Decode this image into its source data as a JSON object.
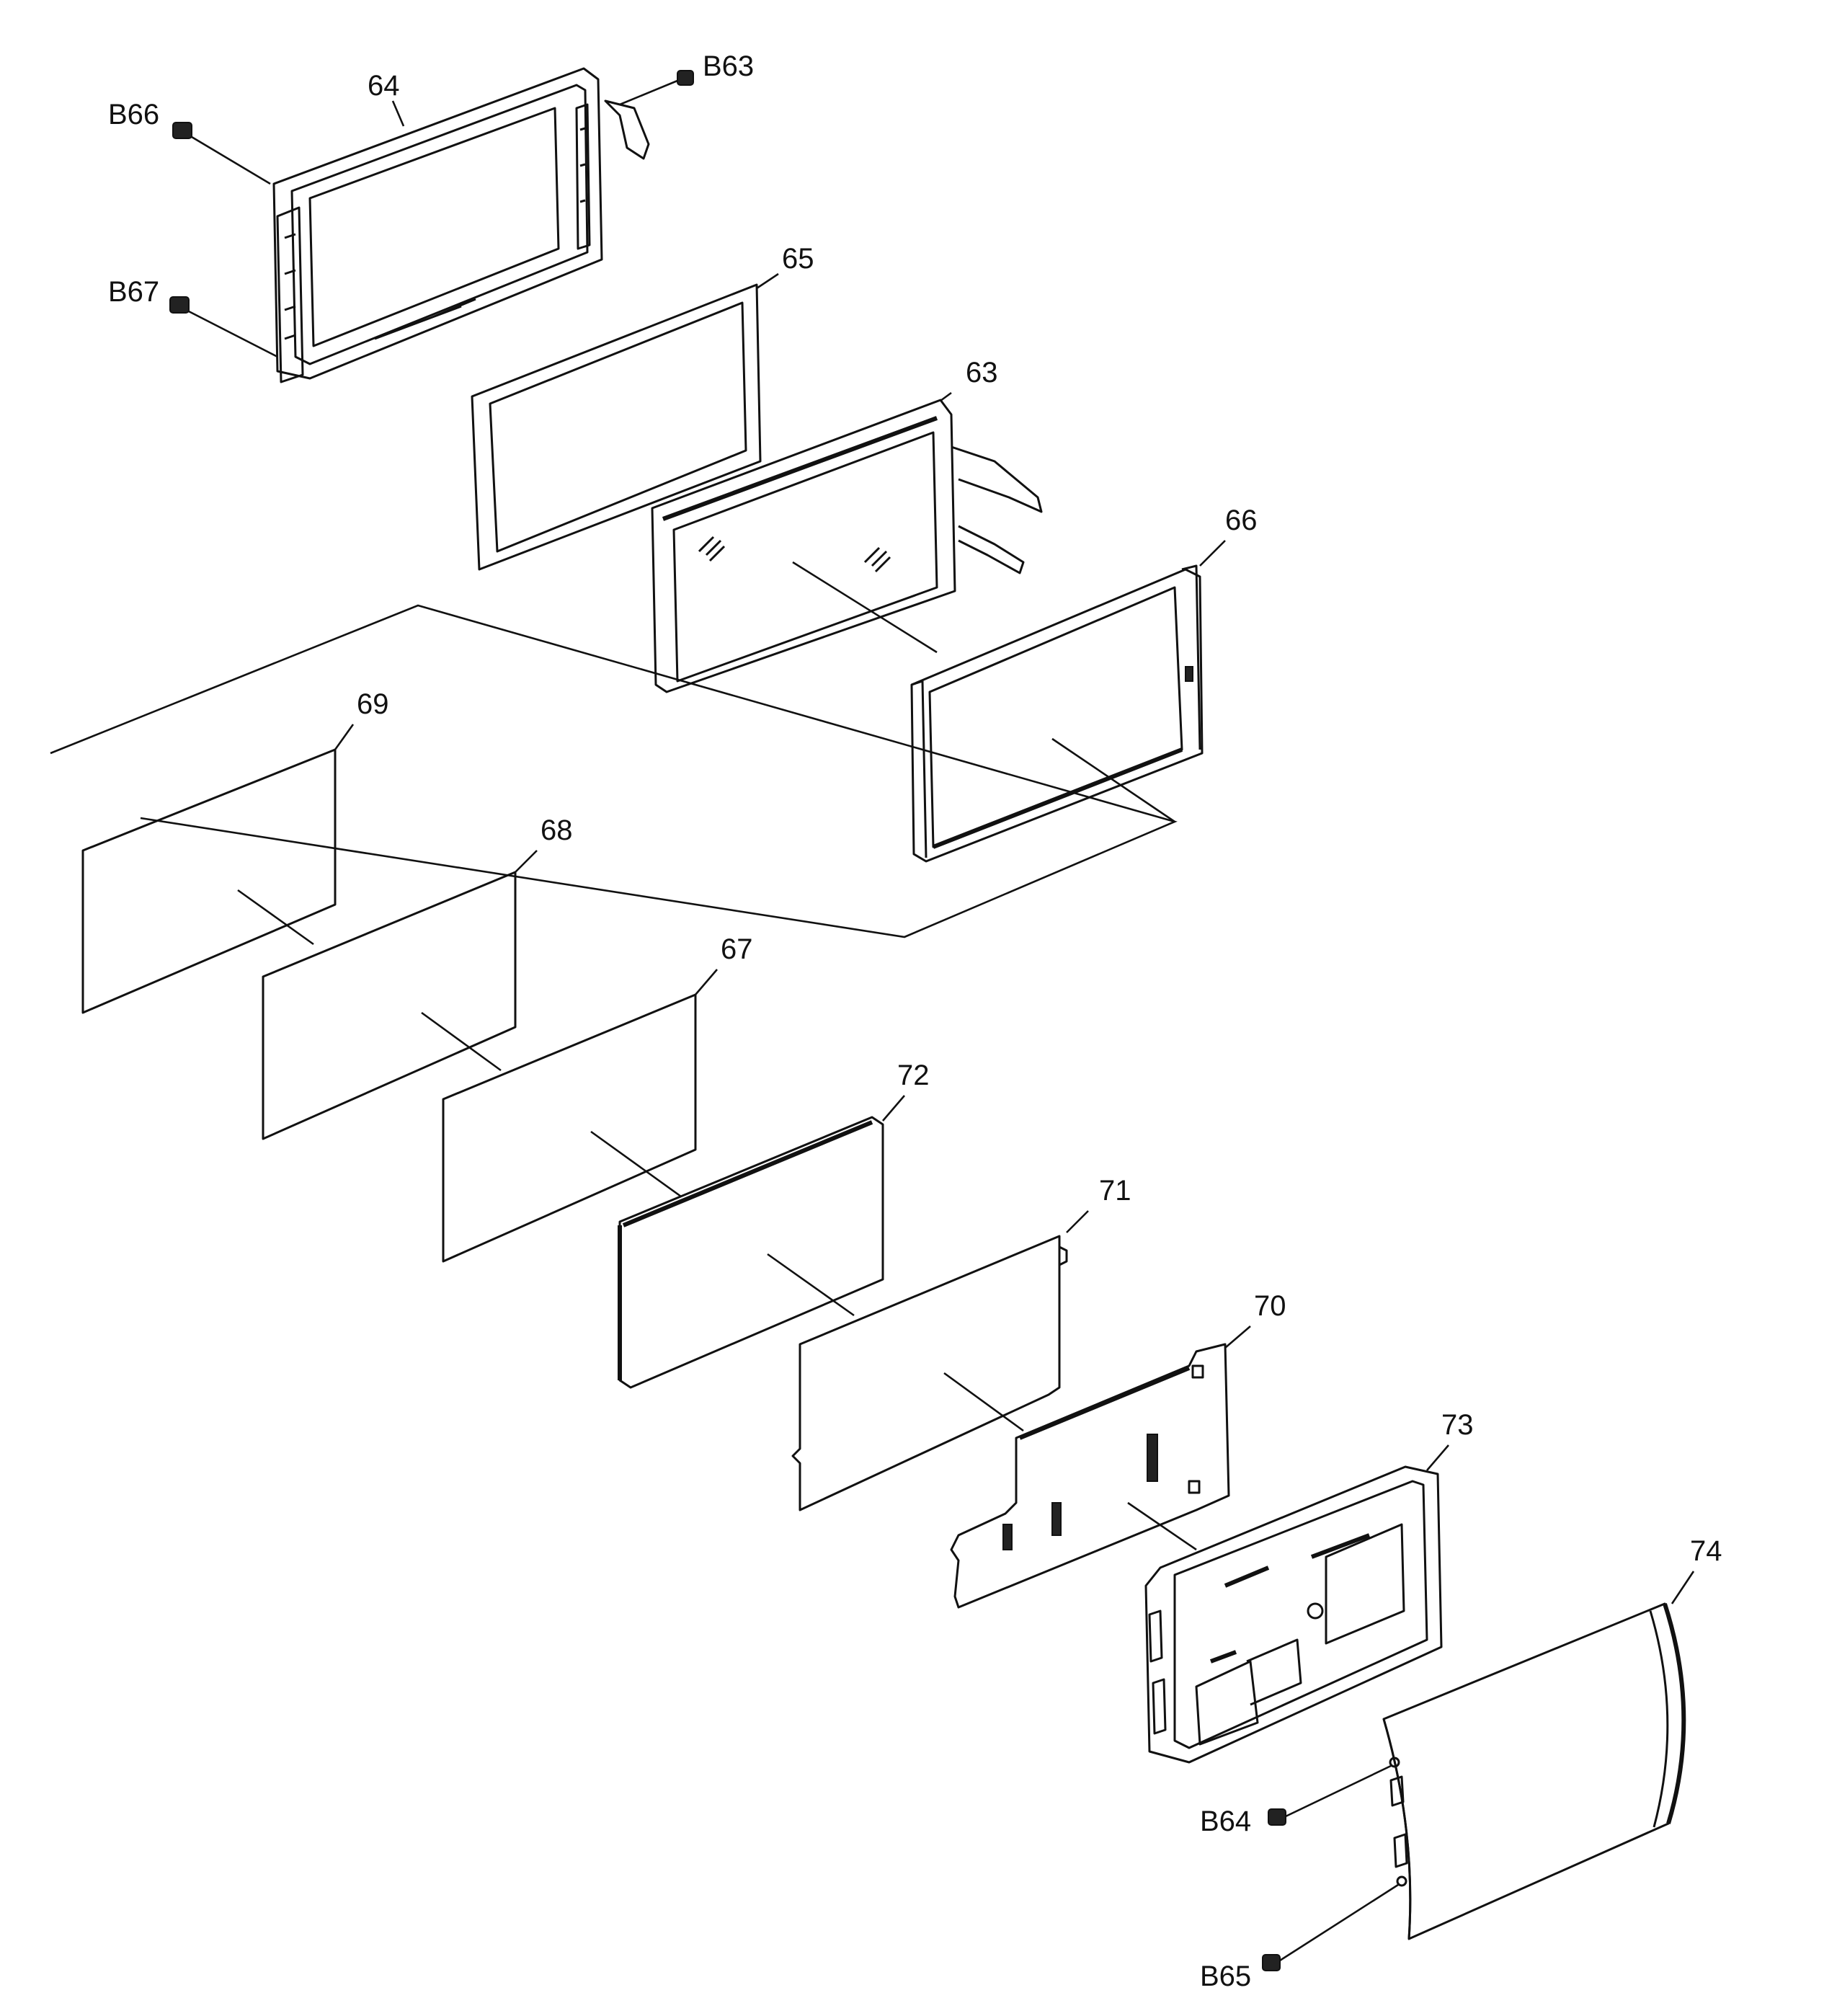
{
  "parts": [
    {
      "id": "p64",
      "label": "64"
    },
    {
      "id": "p65",
      "label": "65"
    },
    {
      "id": "p63",
      "label": "63"
    },
    {
      "id": "p66",
      "label": "66"
    },
    {
      "id": "p69",
      "label": "69"
    },
    {
      "id": "p68",
      "label": "68"
    },
    {
      "id": "p67",
      "label": "67"
    },
    {
      "id": "p72",
      "label": "72"
    },
    {
      "id": "p71",
      "label": "71"
    },
    {
      "id": "p70",
      "label": "70"
    },
    {
      "id": "p73",
      "label": "73"
    },
    {
      "id": "p74",
      "label": "74"
    }
  ],
  "screws": [
    {
      "id": "b63",
      "label": "B63"
    },
    {
      "id": "b66",
      "label": "B66"
    },
    {
      "id": "b67",
      "label": "B67"
    },
    {
      "id": "b64",
      "label": "B64"
    },
    {
      "id": "b65",
      "label": "B65"
    }
  ]
}
